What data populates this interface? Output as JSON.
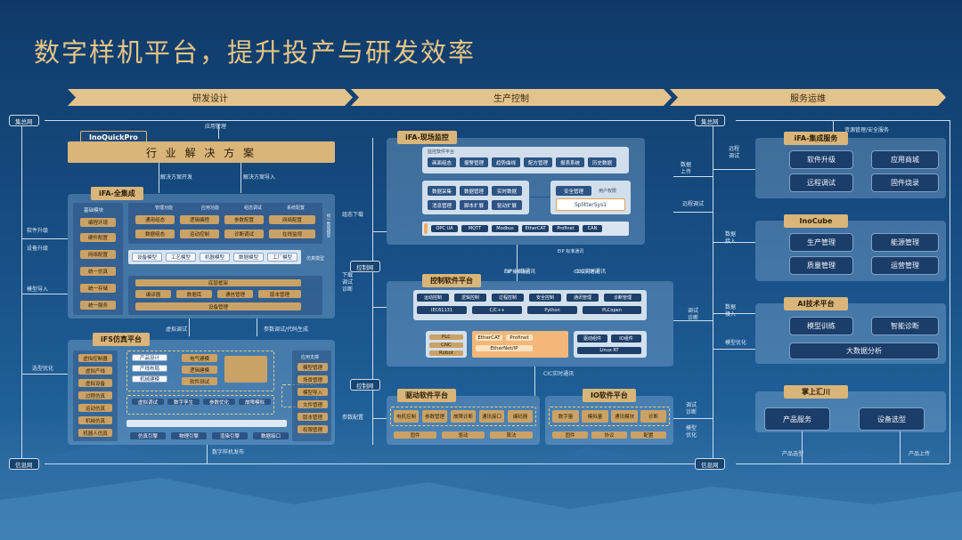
{
  "title": "数字样机平台，提升投产与研发效率",
  "stages": [
    "研发设计",
    "生产控制",
    "服务运维"
  ],
  "buses": {
    "top_left": "集总网",
    "top_right": "集总网",
    "bottom_left": "信息网",
    "bottom_right": "信息网",
    "control_top": "控制网",
    "control_bottom": "控制网"
  },
  "left_flow": {
    "app_mgmt": "应用管理",
    "software_upgrade": "软件升级",
    "device_upgrade": "设备升级",
    "model_import": "模型导入",
    "selection_opt": "选型优化",
    "solution_dev": "解决方案开发",
    "solution_import": "解决方案导入",
    "virtual_debug": "虚拟调试",
    "param_debug": "参数调试/代码生成",
    "prototype_release": "数字样机发布"
  },
  "inoquickpro": {
    "tab": "InoQuickPro",
    "solution": "行 业 解 决 方 案"
  },
  "ifa_integration": {
    "tab": "iFA-全集成",
    "left_items": [
      "基础模块",
      "编程环境",
      "硬件配置",
      "网络配置",
      "统一仿真",
      "统一存储",
      "统一服务"
    ],
    "top_row_headers": [
      "管理功能",
      "应用功能",
      "组态调试",
      "系统配置"
    ],
    "top_row_a": [
      "通用组态",
      "逻辑编程",
      "参数配置",
      "网络配置"
    ],
    "top_row_b": [
      "数据组态",
      "运动控制",
      "诊断调试",
      "在线监视"
    ],
    "models_row": [
      "设备模型",
      "工艺模型",
      "机器模型",
      "数据模型",
      "工厂模型"
    ],
    "bottom_bar": "底层框架",
    "bottom_row": [
      "编译器",
      "数据库",
      "通信管理",
      "版本管理"
    ],
    "bottom_bar2": "设备管理",
    "side_a": "统一数据模型",
    "side_b": "仿真模型"
  },
  "ifs": {
    "tab": "iFS仿真平台",
    "left_items": [
      "虚拟控制器",
      "虚拟产线",
      "虚拟设备",
      "过程仿真",
      "运动仿真",
      "机械仿真",
      "机器人仿真"
    ],
    "center_items": [
      "产品设计",
      "产线布局",
      "机械建模",
      "电气建模",
      "逻辑建模",
      "软件测试"
    ],
    "mid_items": [
      "虚拟调试",
      "数字孪生",
      "参数优化",
      "故障模拟"
    ],
    "bottom_items": [
      "仿真引擎",
      "物理引擎",
      "渲染引擎",
      "数据接口"
    ],
    "right_items": [
      "模型管理",
      "场景管理",
      "模型导入",
      "文件管理",
      "版本管理",
      "权限管理"
    ],
    "right_header": "应用支撑"
  },
  "ifa_monitor": {
    "tab": "iFA-现场监控",
    "header": "监控软件平台",
    "row1": [
      "画面组态",
      "报警管理",
      "趋势曲线",
      "配方管理",
      "报表系统",
      "历史数据"
    ],
    "row2a": [
      "数据采集",
      "数据管理",
      "实时数据"
    ],
    "row2b": [
      "消息管理",
      "脚本扩展",
      "驱动扩展"
    ],
    "row2c": [
      "安全管理",
      "用户权限"
    ],
    "splitter": "SplitterSys1",
    "bus_items": [
      "OPC UA",
      "MQTT",
      "Modbus",
      "EtherCAT",
      "Profinet",
      "CAN"
    ],
    "eip": "EIP 标准通讯"
  },
  "control_platform": {
    "tab": "控制软件平台",
    "hdr_a": "EIP 标准通讯",
    "hdr_b": "CIC实时通讯",
    "row1": [
      "运动控制",
      "逻辑控制",
      "过程控制",
      "安全控制",
      "通讯管理",
      "诊断管理"
    ],
    "row2": [
      "IEC61131",
      "C/C++",
      "Python",
      "PLCopen"
    ],
    "lower_a": [
      "PLC",
      "CNC",
      "Robot"
    ],
    "lower_b": [
      "EtherCAT",
      "Profinet",
      "EtherNet/IP"
    ],
    "lower_c": [
      "驱动组件",
      "IO组件"
    ],
    "footer": "Linux RT"
  },
  "drive_platform": {
    "tab": "驱动软件平台",
    "items": [
      "电机控制",
      "参数管理",
      "故障诊断",
      "通讯接口",
      "编码器"
    ],
    "bottom": [
      "固件",
      "驱动",
      "算法"
    ]
  },
  "io_platform": {
    "tab": "IO软件平台",
    "items": [
      "数字量",
      "模拟量",
      "通讯模块",
      "诊断"
    ],
    "bottom": [
      "固件",
      "协议",
      "配置"
    ]
  },
  "mid_flow": {
    "config_download": "组态下载",
    "download_debug": "下载\n调试\n诊断",
    "param_config": "参数配置",
    "eip_std": "EIP 标准通讯",
    "cic_rt": "CIC实时通讯",
    "cic_rt2": "CIC实时通讯"
  },
  "right_flow": {
    "resource_mgmt": "资源管理/安全服务",
    "data_upload": "数据\n上传",
    "remote_debug": "远程\n调试",
    "remote_ops": "远程调试",
    "data_access": "数据\n接入",
    "data_access2": "数据\n接入",
    "model_opt": "模型优化",
    "debug_diag": "调试\n诊断",
    "monitor": "调试\n诊断",
    "model_opt2": "模型\n优化",
    "product_select": "产品选型",
    "feedback": "产品上传"
  },
  "ifa_services": {
    "tab": "iFA-集成服务",
    "items": [
      "软件升级",
      "应用商城",
      "远程调试",
      "固件烧录"
    ]
  },
  "inocube": {
    "tab": "InoCube",
    "items": [
      "生产管理",
      "能源管理",
      "质量管理",
      "运营管理"
    ]
  },
  "ai_platform": {
    "tab": "AI技术平台",
    "items": [
      "模型训练",
      "智能诊断"
    ],
    "wide": "大数据分析"
  },
  "handheld": {
    "tab": "掌上汇川",
    "items": [
      "产品服务",
      "设备选型"
    ]
  },
  "colors": {
    "gold": "#d9b57a",
    "bg_top": "#0f3a68",
    "bg_bottom": "#3d7cb0",
    "panel": "#a0c3e6"
  }
}
